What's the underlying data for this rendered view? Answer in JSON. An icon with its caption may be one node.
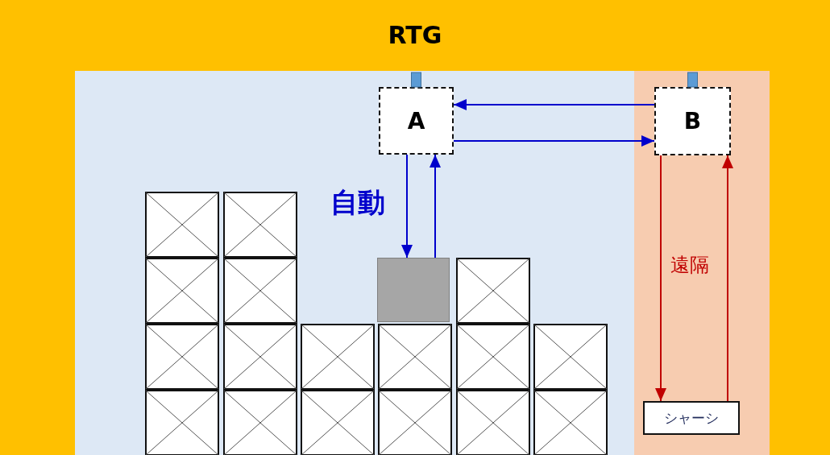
{
  "diagram": {
    "nodes": [
      {
        "text": [
          "RTG"
        ]
      },
      {
        "text": [],
        "shape": "box",
        "in": 0
      },
      {
        "text": [],
        "shape": "box",
        "in": 0
      },
      {
        "text": [
          "A"
        ],
        "in": 1
      },
      {
        "text": [
          "B"
        ],
        "in": 2
      },
      {
        "text": [],
        "shape": "box",
        "in": 1
      },
      {
        "text": [
          "シャーシ"
        ],
        "in": 2
      }
    ],
    "edges": [
      {
        "from": 4,
        "to": 3,
        "arrow": "to"
      },
      {
        "from": 3,
        "to": 4,
        "arrow": "to"
      },
      {
        "from": 3,
        "to": 5,
        "arrow": "to",
        "label": "自動"
      },
      {
        "from": 5,
        "to": 3,
        "arrow": "to"
      },
      {
        "from": 4,
        "to": 6,
        "arrow": "to",
        "label": "遠隔",
        "color": "#c00000"
      },
      {
        "from": 6,
        "to": 4,
        "arrow": "to",
        "color": "#c00000"
      }
    ]
  }
}
